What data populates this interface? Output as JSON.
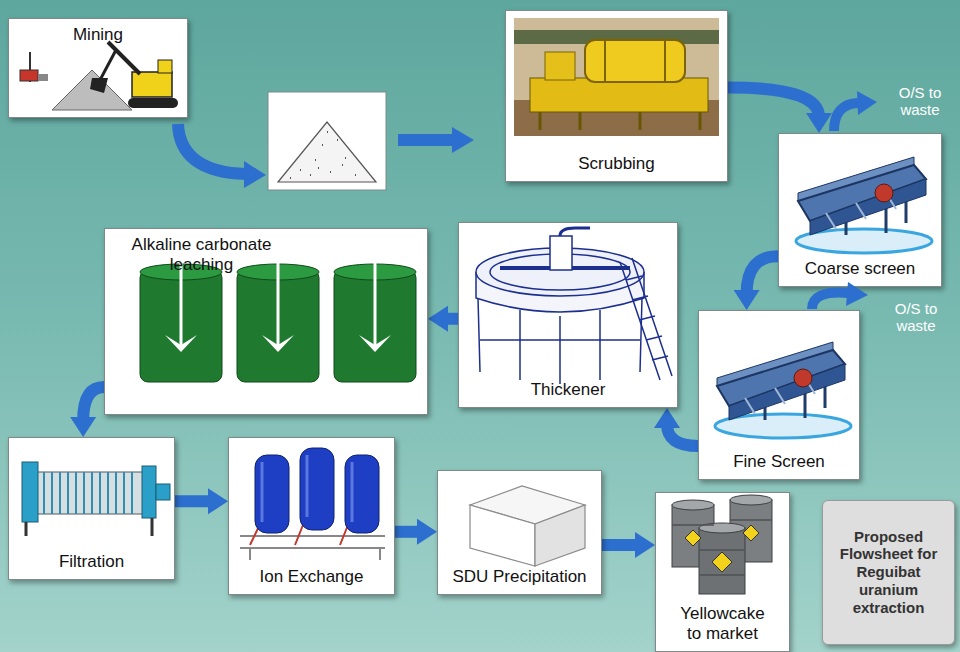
{
  "diagram": {
    "nodes": [
      {
        "text": [
          "Mining"
        ]
      },
      {
        "text": [
          "Scrubbing"
        ]
      },
      {
        "text": [
          "Coarse screen"
        ]
      },
      {
        "text": [
          "Fine Screen"
        ]
      },
      {
        "text": [
          "Thickener"
        ]
      },
      {
        "text": [
          "Alkaline carbonate leaching"
        ]
      },
      {
        "text": [
          "Filtration"
        ]
      },
      {
        "text": [
          "Ion Exchange"
        ]
      },
      {
        "text": [
          "SDU Precipitation"
        ]
      },
      {
        "text": [
          "Yellowcake to market"
        ]
      },
      {
        "text": [
          "Proposed Flowsheet for Reguibat uranium extraction"
        ]
      }
    ],
    "edges": [
      {
        "from": 1,
        "to": 2,
        "arrow": "to"
      },
      {
        "from": 2,
        "to": 3,
        "arrow": "to"
      },
      {
        "from": 3,
        "to": 4,
        "arrow": "to"
      },
      {
        "from": 4,
        "to": 5,
        "arrow": "to"
      },
      {
        "from": 5,
        "to": 6,
        "arrow": "to"
      },
      {
        "from": 6,
        "to": 7,
        "arrow": "to"
      },
      {
        "from": 7,
        "to": 8,
        "arrow": "to"
      },
      {
        "from": 8,
        "to": 9,
        "arrow": "to"
      }
    ],
    "labels": [
      "O/S to waste",
      "O/S to waste"
    ]
  }
}
